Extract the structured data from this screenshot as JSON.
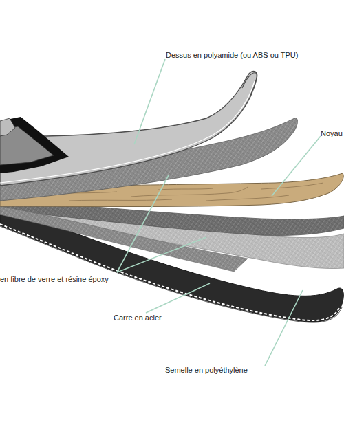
{
  "diagram": {
    "labels": [
      "Dessus en polyamide (ou ABS ou TPU)",
      "Noyau",
      "en fibre de verre et résine époxy",
      "Carre en acier",
      "Semelle en polyéthylène"
    ]
  }
}
